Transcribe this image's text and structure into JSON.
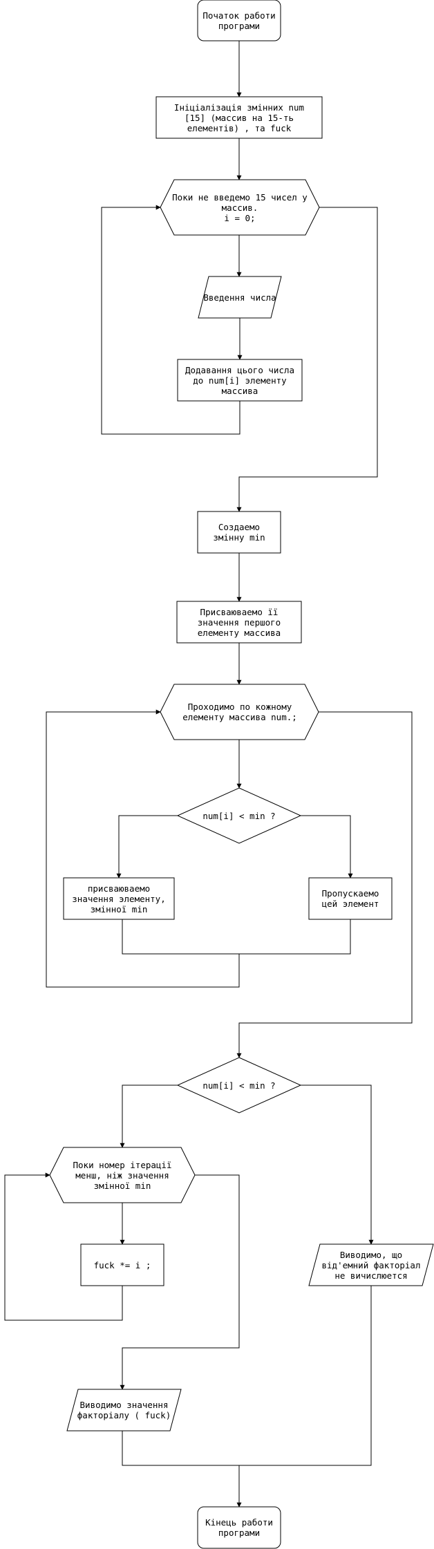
{
  "nodes": {
    "start": "Початок работи\nпрограми",
    "init": "Ініціалізація змінних num\n[15] (массив на 15-ть\nелементів) , та fuck",
    "loop1": "Поки не введемо 15 чисел у\nмассив.\ni = 0;",
    "input": "Введення числа",
    "add": "Додавання цього числа\nдо num[i] элементу\nмассива",
    "create_min": "Создаемо\nзмінну min",
    "assign_min": "Присваюваемо її\nзначення першого\nелементу массива",
    "loop2": "Проходимо по кожному\nелементу массива num.;",
    "cond1": "num[i] < min ?",
    "assign_elem": "присваюваемо\nзначення элементу,\nзмінної min",
    "skip": "Пропускаемо\nцей элемент",
    "cond2": "num[i] < min ?",
    "loop3": "Поки номер ітерації\nменш, ніж значення\nзмінної min",
    "fuck_mul": "fuck *= i ;",
    "neg_msg": "Виводимо, що\nвід'емний факторіал\nне вичислюется",
    "output": "Виводимо значення\nфакторіалу ( fuck)",
    "end": "Кінець работи\nпрограми"
  },
  "colors": {
    "stroke": "#000000",
    "fill": "#ffffff",
    "text": "#000000"
  }
}
